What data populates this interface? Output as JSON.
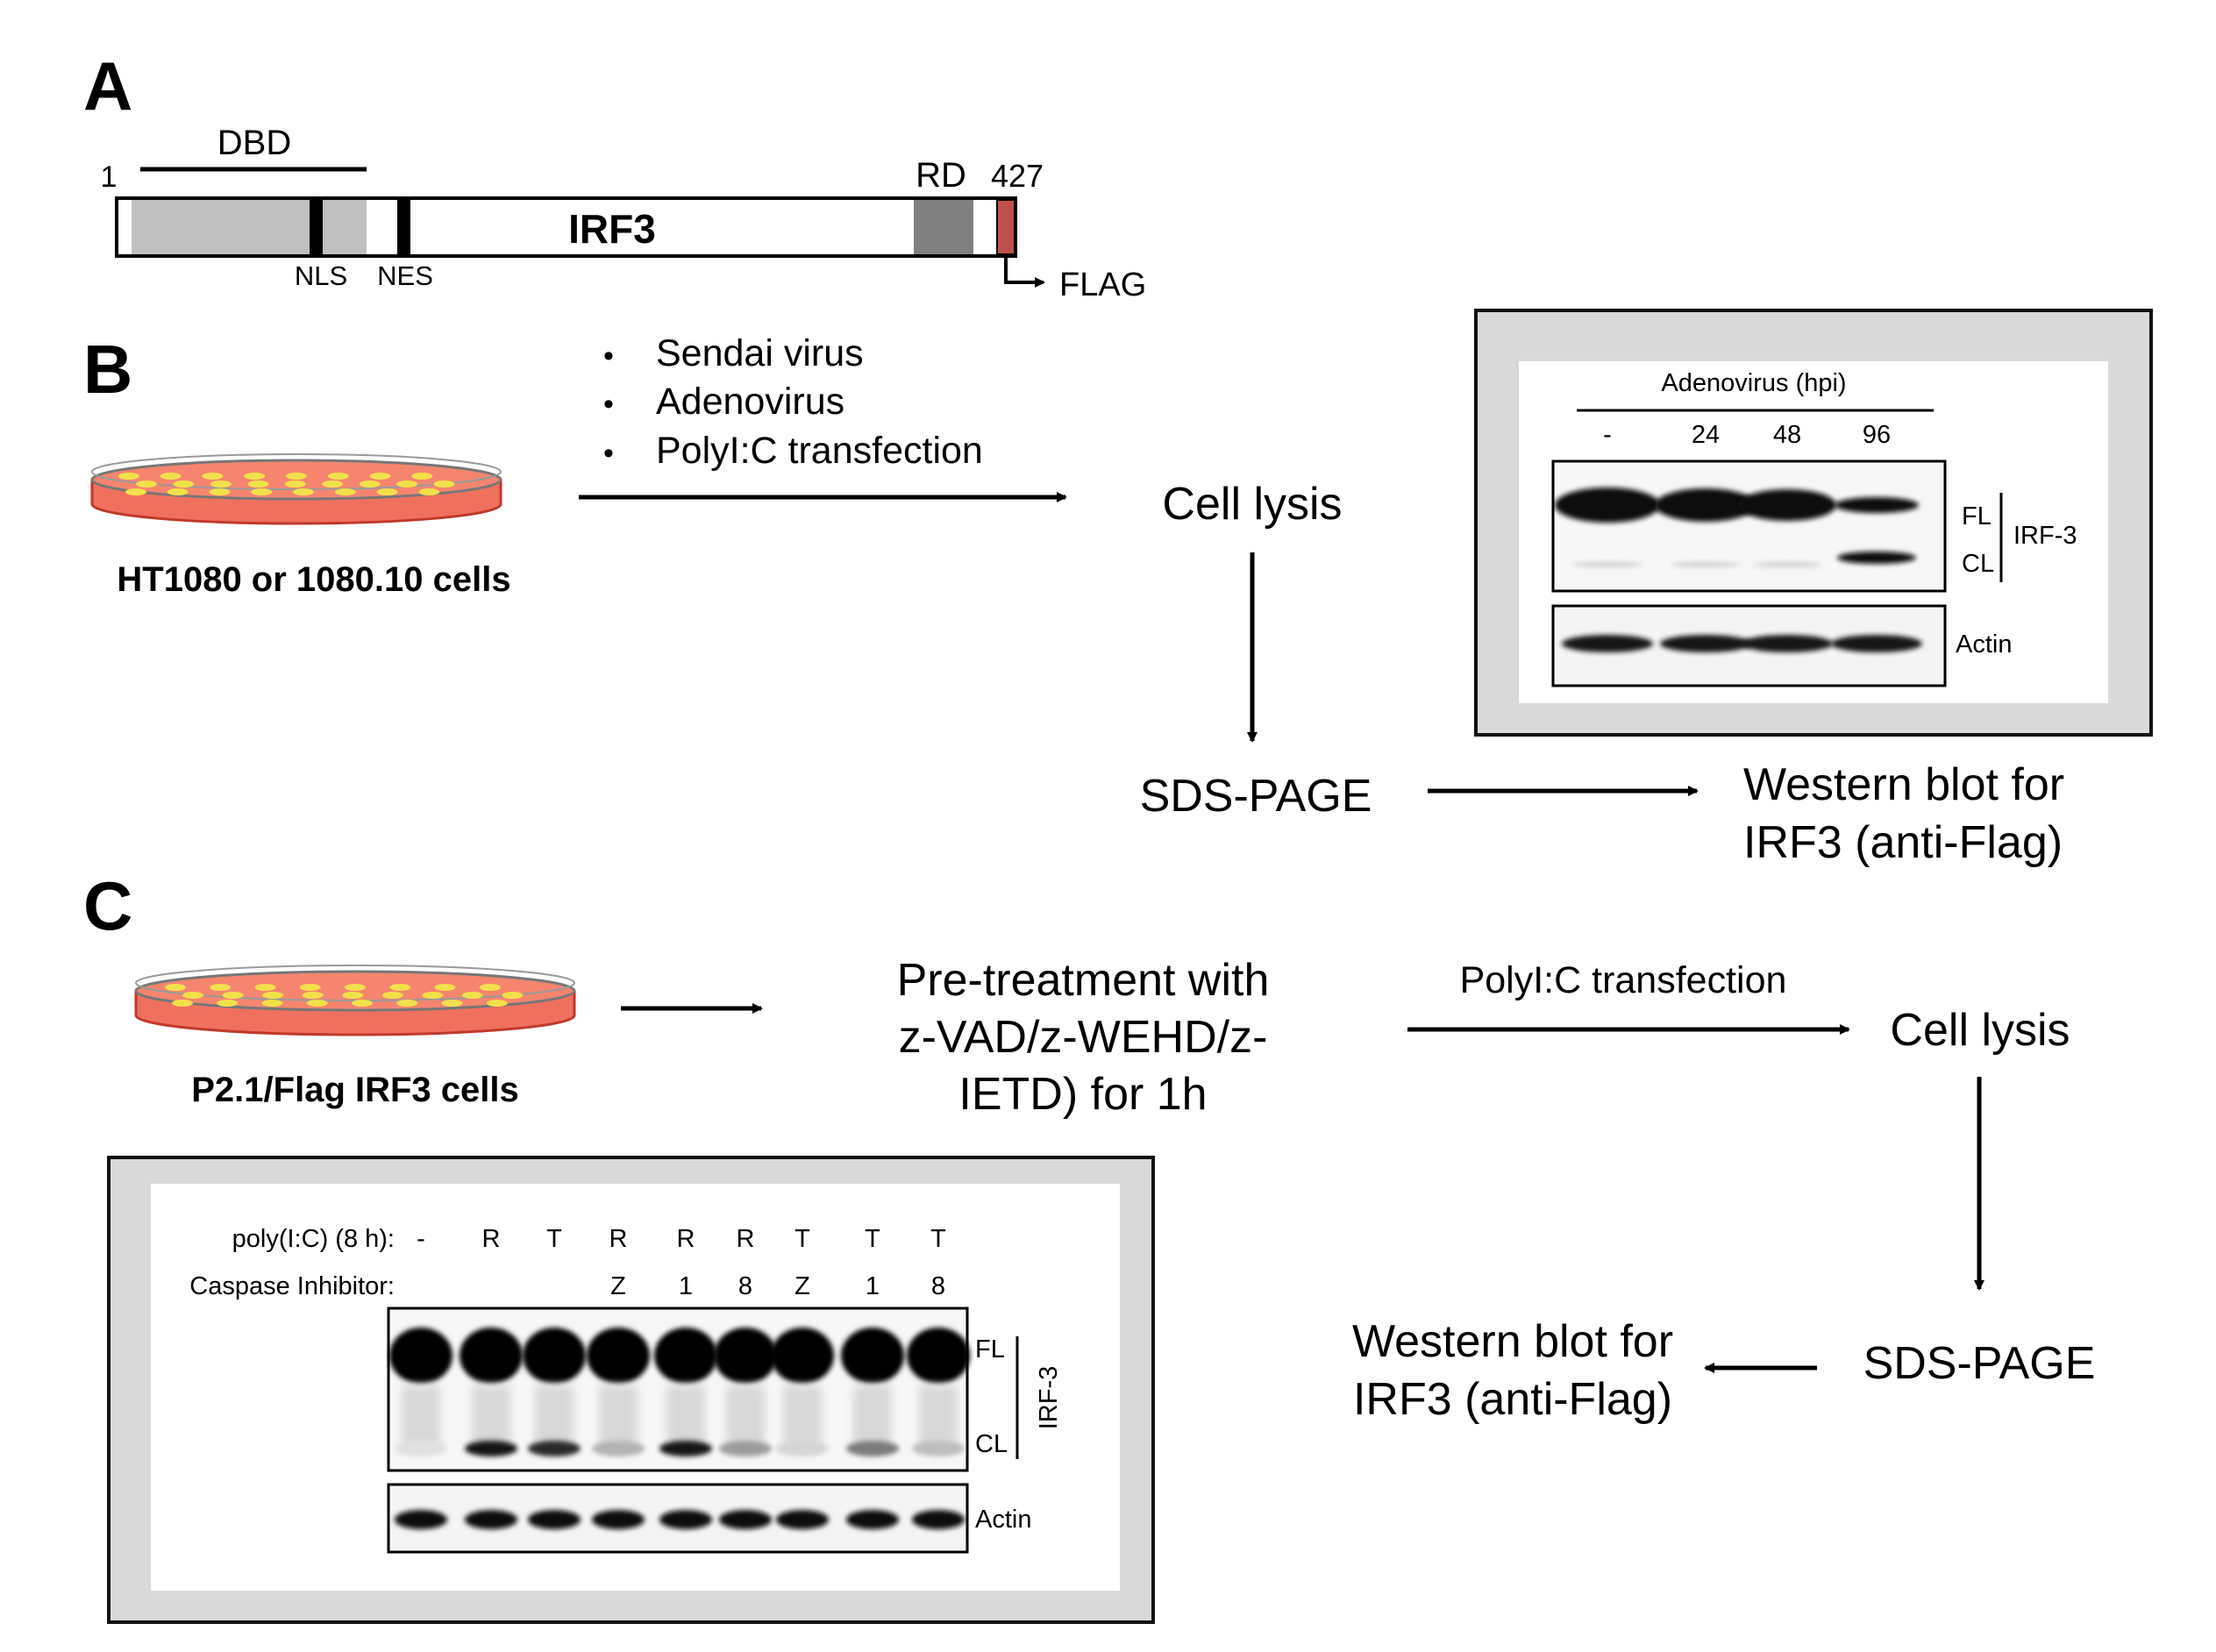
{
  "panel_a": {
    "letter": "A",
    "start_label": "1",
    "end_label": "427",
    "dbd_label": "DBD",
    "rd_label": "RD",
    "protein_label": "IRF3",
    "nls_label": "NLS",
    "nes_label": "NES",
    "flag_label": "FLAG",
    "colors": {
      "dbd": "#c0c0c0",
      "rd": "#808080",
      "flag": "#c0504d"
    }
  },
  "panel_b": {
    "letter": "B",
    "treatments": [
      "Sendai virus",
      "Adenovirus",
      "PolyI:C transfection"
    ],
    "bullet": "•",
    "cells_label": "HT1080 or 1080.10 cells",
    "cell_lysis": "Cell lysis",
    "sds_page": "SDS-PAGE",
    "western_line1": "Western blot for",
    "western_line2": "IRF3 (anti-Flag)",
    "blot": {
      "header": "Adenovirus (hpi)",
      "lanes": [
        "-",
        "24",
        "48",
        "96"
      ],
      "fl": "FL",
      "cl": "CL",
      "irf3": "IRF-3",
      "actin": "Actin"
    }
  },
  "panel_c": {
    "letter": "C",
    "cells_label": "P2.1/Flag IRF3 cells",
    "pretreat_lines": [
      "Pre-treatment with",
      "z-VAD/z-WEHD/z-",
      "IETD) for 1h"
    ],
    "transfection": "PolyI:C transfection",
    "cell_lysis": "Cell lysis",
    "sds_page": "SDS-PAGE",
    "western_line1": "Western blot for",
    "western_line2": "IRF3 (anti-Flag)",
    "blot": {
      "row1_label": "poly(I:C) (8 h):",
      "row1_values": [
        "-",
        "R",
        "T",
        "R",
        "R",
        "R",
        "T",
        "T",
        "T"
      ],
      "row2_label": "Caspase Inhibitor:",
      "row2_values": [
        "",
        "",
        "",
        "Z",
        "1",
        "8",
        "Z",
        "1",
        "8"
      ],
      "fl": "FL",
      "cl": "CL",
      "irf3": "IRF-3",
      "actin": "Actin"
    }
  },
  "colors": {
    "dish_medium": "#f0705e",
    "dish_rim": "#c0392b",
    "cell_dots": "#f2e04a",
    "frame_bg": "#d9d9d9",
    "band": "#0a0a0a"
  }
}
